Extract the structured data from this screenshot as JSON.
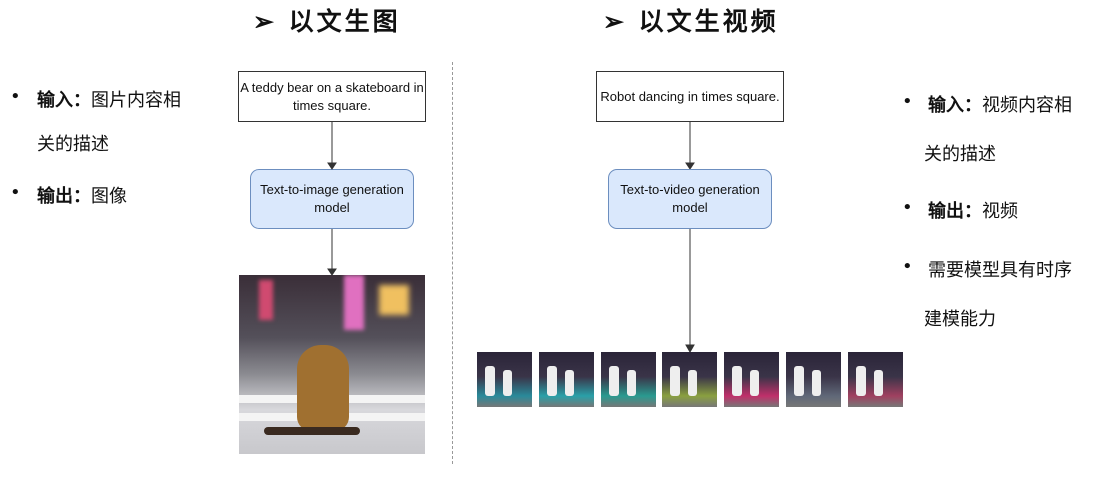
{
  "left": {
    "title": "➢ 以文生图",
    "prompt": "A teddy bear on a skateboard in times square.",
    "model": "Text-to-image generation model",
    "bullets": [
      {
        "label": "输入：",
        "text": "图片内容相",
        "cont": "关的描述"
      },
      {
        "label": "输出：",
        "text": "图像"
      }
    ]
  },
  "right": {
    "title": "➢ 以文生视频",
    "prompt": "Robot dancing in times square.",
    "model": "Text-to-video generation model",
    "bullets": [
      {
        "label": "输入：",
        "text": "视频内容相",
        "cont": "关的描述"
      },
      {
        "label": "输出：",
        "text": "视频"
      },
      {
        "label": "",
        "text": "需要模型具有时序",
        "cont": "建模能力"
      }
    ]
  },
  "bullet_char": "•",
  "frame_tints": [
    "#2a8a9a",
    "#2aa0a8",
    "#2a9a90",
    "#8aa040",
    "#c0306a",
    "#606878",
    "#a04060"
  ]
}
